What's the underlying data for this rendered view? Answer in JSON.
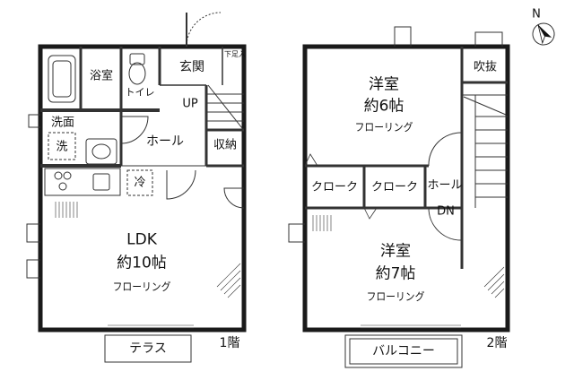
{
  "floor1": {
    "floor_label": "1階",
    "bath": "浴室",
    "toilet": "トイレ",
    "entrance": "玄関",
    "shoe_storage": "下足入",
    "up": "UP",
    "washroom": "洗面",
    "washer": "洗",
    "hall": "ホール",
    "storage": "収納",
    "fridge": "冷",
    "ldk": {
      "name": "LDK",
      "size": "約10帖",
      "floor": "フローリング"
    },
    "terrace": "テラス"
  },
  "floor2": {
    "floor_label": "2階",
    "room_a": {
      "name": "洋室",
      "size": "約6帖",
      "floor": "フローリング"
    },
    "void": "吹抜",
    "closet_1": "クローク",
    "closet_2": "クローク",
    "hall": "ホール",
    "down": "DN",
    "room_b": {
      "name": "洋室",
      "size": "約7帖",
      "floor": "フローリング"
    },
    "balcony": "バルコニー"
  },
  "compass": {
    "label": "N",
    "icon": "north-arrow-icon"
  },
  "colors": {
    "wall": "#1a1a1a",
    "line": "#333333",
    "background": "#ffffff"
  }
}
